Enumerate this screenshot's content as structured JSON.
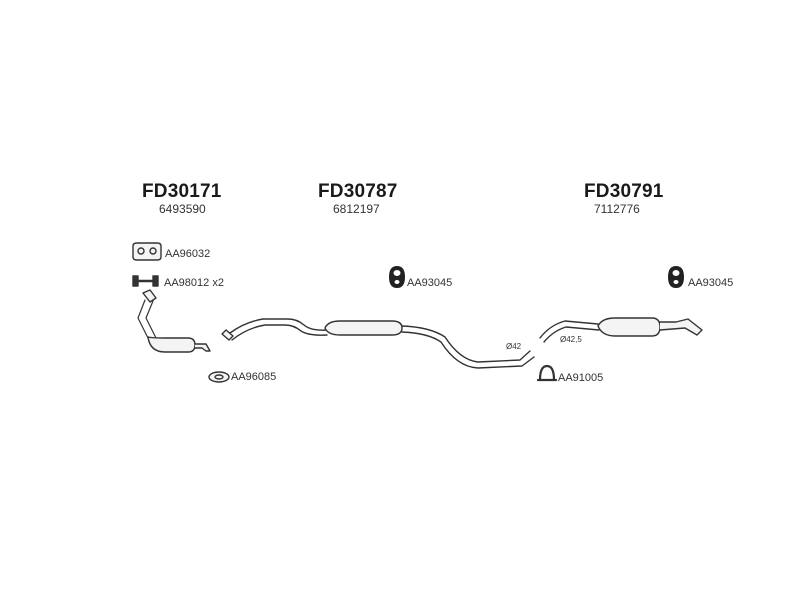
{
  "parts": [
    {
      "code": "FD30171",
      "oe": "6493590"
    },
    {
      "code": "FD30787",
      "oe": "6812197"
    },
    {
      "code": "FD30791",
      "oe": "7112776"
    }
  ],
  "accessories": {
    "gasket_top": "AA96032",
    "bolts": "AA98012 x2",
    "hanger_mid": "AA93045",
    "hanger_rear": "AA93045",
    "ring_front": "AA96085",
    "clamp_rear": "AA91005"
  },
  "dimensions": {
    "pipe_mid": "Ø42",
    "pipe_rear": "Ø42,5"
  },
  "colors": {
    "line": "#333333",
    "fill": "#f4f4f4"
  }
}
